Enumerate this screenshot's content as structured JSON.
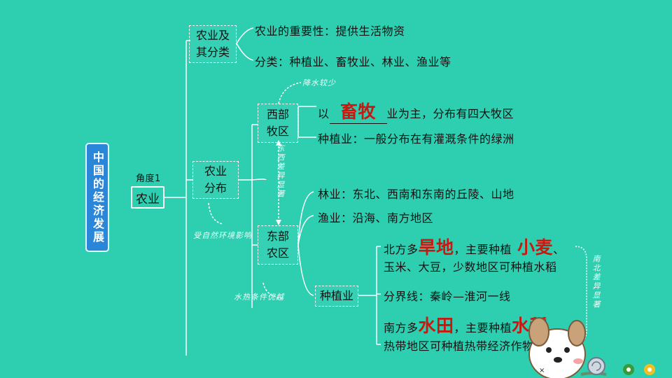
{
  "title": "中国的经济发展",
  "angle_label": "角度1",
  "root": "农业",
  "category": {
    "box": "农业及其分类",
    "importance": "农业的重要性：提供生活物资",
    "types": "分类：种植业、畜牧业、林业、渔业等"
  },
  "distribution": {
    "box": "农业分布",
    "note_factors": "受自然环境影响",
    "west": {
      "box": "西部牧区",
      "note_water": "降水较少",
      "line1_prefix": "以",
      "line1_answer": "畜牧",
      "line1_suffix": "业为主，分布有四大牧区",
      "line2": "种植业：一般分布在有灌溉条件的绿洲"
    },
    "east_west_note": "东西差异显著",
    "forestry": "林业：东北、西南和东南的丘陵、山地",
    "fishery": "渔业：沿海、南方地区",
    "east": {
      "box": "东部农区",
      "note_water_heat": "水热条件优越"
    },
    "planting": {
      "box": "种植业",
      "north_prefix": "北方多",
      "north_answer1": "旱地",
      "north_mid": "，主要种植",
      "north_answer2": "小麦",
      "north_suffix": "、",
      "north_line2": "玉米、大豆，少数地区可种植水稻",
      "boundary": "分界线：秦岭—淮河一线",
      "south_prefix": "南方多",
      "south_answer1": "水田",
      "south_mid": "，主要种植",
      "south_answer2": "水稻",
      "south_suffix": "，",
      "south_line2": "热带地区可种植热带经济作物",
      "north_south_note": "南北差异显著"
    }
  },
  "colors": {
    "background": "#2ecfb1",
    "answer": "#c8180f",
    "title_bg": "#2a86d8"
  }
}
